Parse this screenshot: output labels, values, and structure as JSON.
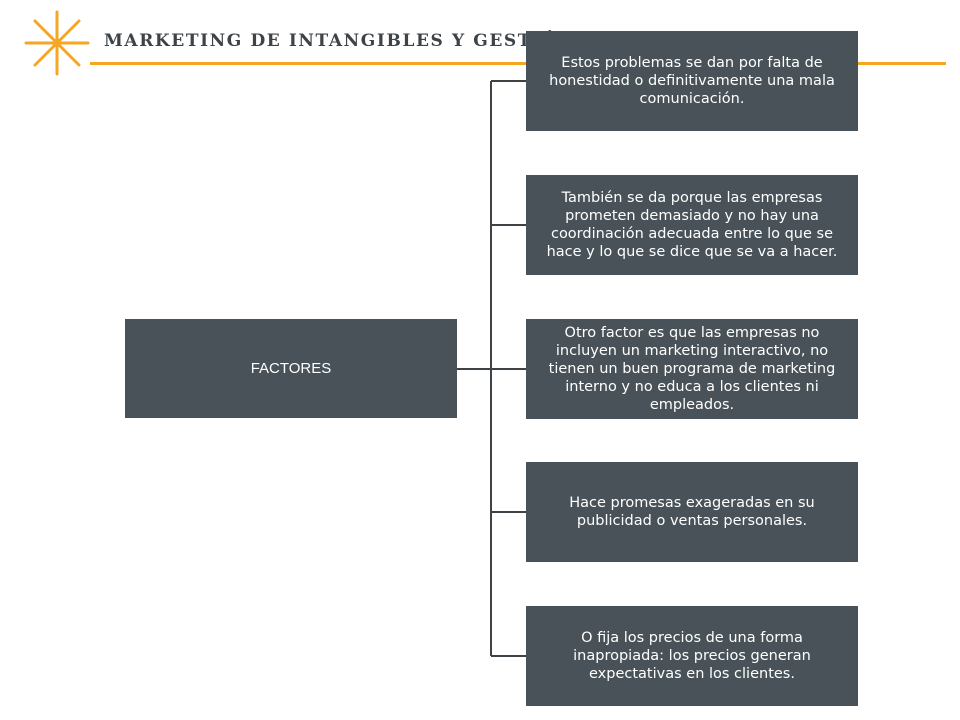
{
  "header": {
    "title": "MARKETING DE INTANGIBLES Y GESTIÓN DE S",
    "accent_color": "#f5a623",
    "logo_icon": "sun-burst-icon"
  },
  "diagram": {
    "type": "tree",
    "box_color": "#485258",
    "text_color": "#ffffff",
    "root": {
      "label": "FACTORES"
    },
    "children": [
      {
        "label": "Estos problemas se dan por falta de honestidad o definitivamente una mala comunicación."
      },
      {
        "label": "También se da porque las empresas prometen demasiado y no hay una coordinación adecuada entre lo que se hace y lo que se dice que se va a hacer."
      },
      {
        "label": "Otro factor es que las empresas no incluyen un marketing interactivo, no tienen un buen programa de marketing interno y no educa a los clientes ni empleados."
      },
      {
        "label": "Hace promesas exageradas en su publicidad o ventas personales."
      },
      {
        "label": "O fija los precios de una forma inapropiada: los precios generan expectativas en los clientes."
      }
    ]
  }
}
